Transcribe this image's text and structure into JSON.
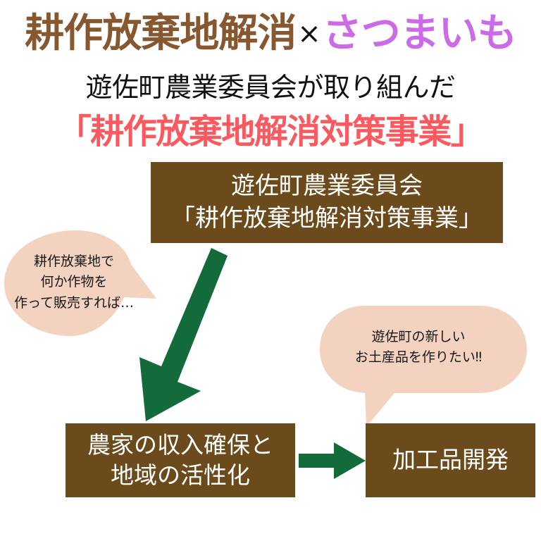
{
  "colors": {
    "brown_title": "#87582F",
    "purple_title": "#CC6AE8",
    "red_title": "#FA5A5F",
    "box_brown": "#6B4A1C",
    "bubble_peach": "#F3D3C0",
    "arrow_green": "#136B3C",
    "black": "#111111",
    "white": "#FFFFFF",
    "background": "#FFFFFF"
  },
  "heading": {
    "line1_brown": "耕作放棄地解消",
    "line1_separator": "×",
    "line1_purple": "さつまいも",
    "line2": "遊佐町農業委員会が取り組んだ",
    "line3": "「耕作放棄地解消対策事業」"
  },
  "boxes": {
    "committee": {
      "line1": "遊佐町農業委員会",
      "line2": "「耕作放棄地解消対策事業」"
    },
    "income": {
      "line1": "農家の収入確保と",
      "line2": "地域の活性化"
    },
    "product": {
      "line1": "加工品開発"
    }
  },
  "bubbles": {
    "left": {
      "line1": "耕作放棄地で",
      "line2": "何か作物を",
      "line3": "作って販売すれば…"
    },
    "right": {
      "line1": "遊佐町の新しい",
      "line2": "お土産品を作りたい‼"
    }
  },
  "arrows": {
    "diagonal": "down-left-arrow",
    "horizontal": "right-arrow"
  }
}
